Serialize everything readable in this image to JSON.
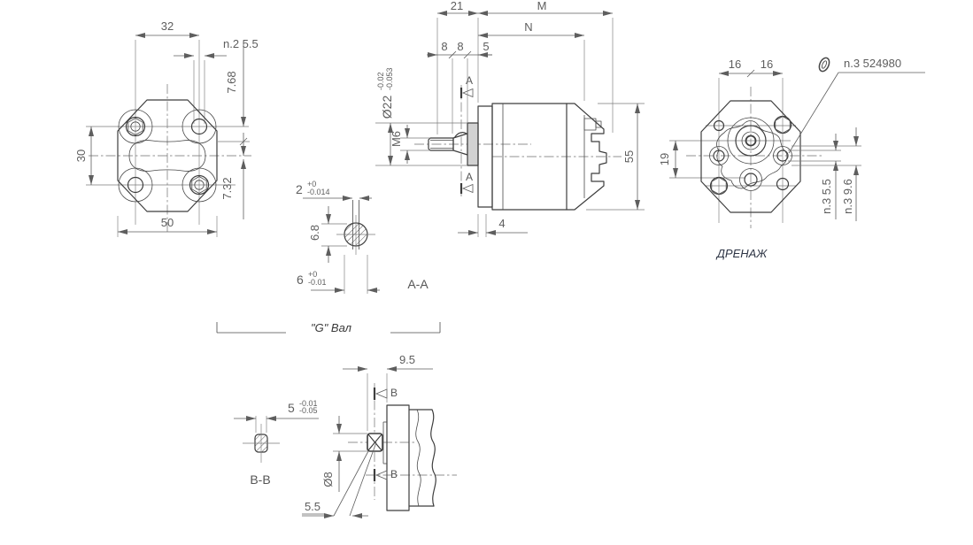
{
  "front_view": {
    "width_between_holes": "32",
    "holes_note": "n.2  5.5",
    "offset_upper": "7.68",
    "bolt_spacing_vertical": "30",
    "offset_lower": "7.32",
    "flange_width": "50"
  },
  "side_view": {
    "shaft_length": "21",
    "length_m": "M",
    "length_n": "N",
    "seg_8a": "8",
    "seg_8b": "8",
    "seg_5": "5",
    "pilot_diameter": "Ø22",
    "pilot_tol_upper": "-0.02",
    "pilot_tol_lower": "-0.053",
    "thread": "M6",
    "body_height": "55",
    "flange_thickness": "4",
    "section_mark": "A"
  },
  "section_aa": {
    "label": "A-A",
    "key_width": "2",
    "key_width_tol_upper": "+0",
    "key_width_tol_lower": "-0.014",
    "key_height": "6.8",
    "flat_width": "6",
    "flat_tol_upper": "+0",
    "flat_tol_lower": "-0.01"
  },
  "rear_view": {
    "hole_spacing_left": "16",
    "hole_spacing_right": "16",
    "oring_note": "n.3  524980",
    "offset_19": "19",
    "drain_note_55": "n.3  5.5",
    "drain_note_96": "n.3  9.6",
    "caption": "ДРЕНАЖ"
  },
  "shaft_view": {
    "title": "\"G\" Вал",
    "tip_length": "9.5",
    "key_width": "5",
    "key_tol_upper": "-0.01",
    "key_tol_lower": "-0.05",
    "shaft_diameter": "Ø8",
    "key_length": "5.5",
    "section_mark": "B",
    "section_label": "B-B"
  },
  "colors": {
    "line": "#3e3e3e",
    "dimension": "#5e5e5e",
    "caption": "#2e3545",
    "background": "#ffffff"
  }
}
